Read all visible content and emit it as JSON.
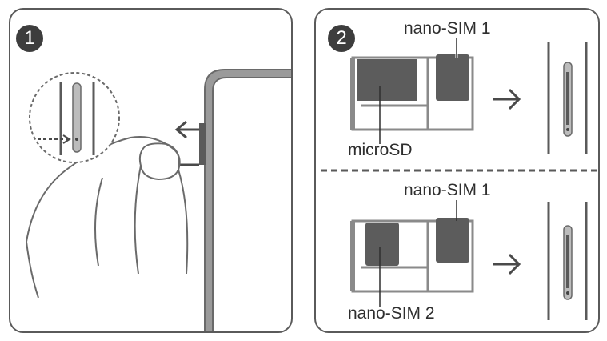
{
  "step1": {
    "number": "1"
  },
  "step2": {
    "number": "2",
    "config_top": {
      "label_top": "nano-SIM 1",
      "label_bottom": "microSD"
    },
    "config_bottom": {
      "label_top": "nano-SIM 1",
      "label_bottom": "nano-SIM 2"
    }
  },
  "colors": {
    "outline": "#5a5a5a",
    "card": "#5c5c5c",
    "tray": "#9a9a9a",
    "text": "#2e2e2e"
  }
}
